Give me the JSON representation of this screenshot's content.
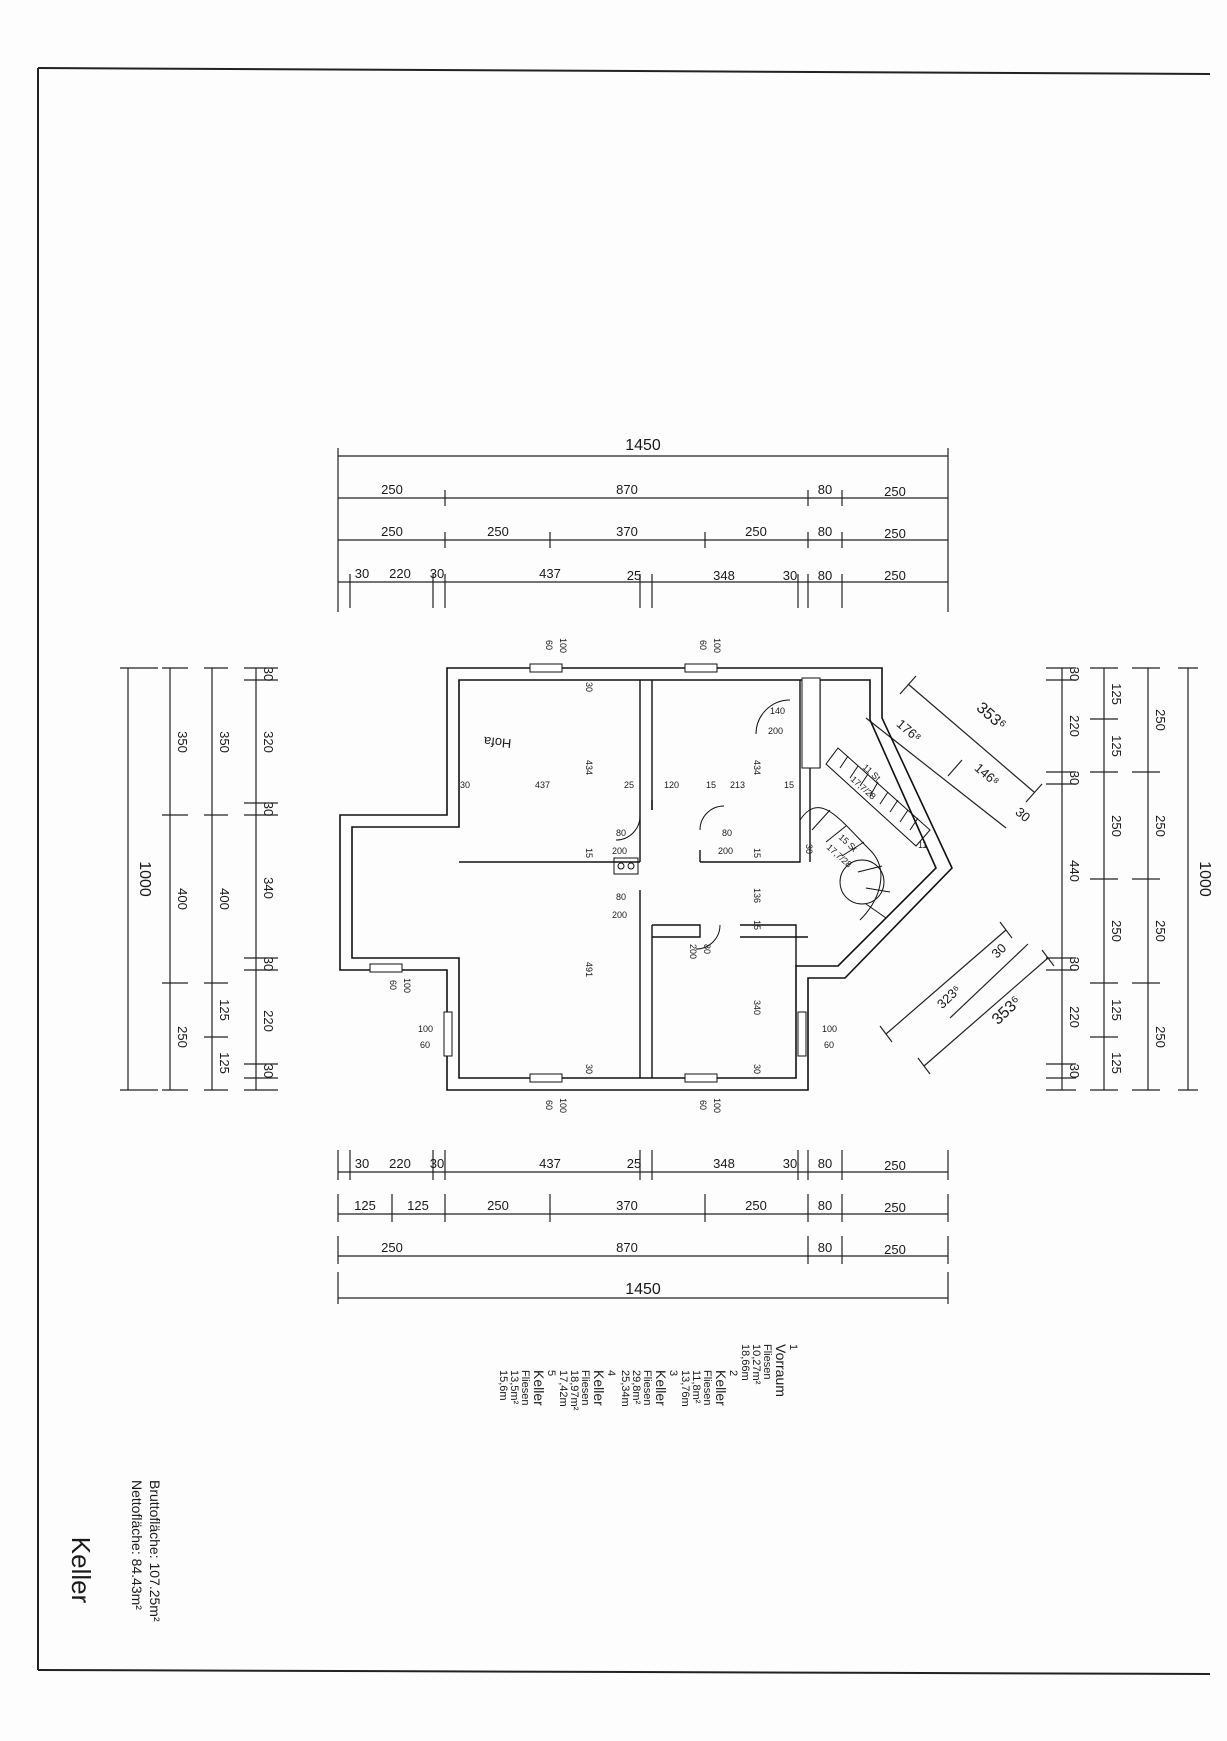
{
  "plan": {
    "title": "Keller",
    "brutto": "Bruttofläche: 107.25m²",
    "netto": "Nettofläche: 84.43m²",
    "handwritten_note": "Hofa"
  },
  "dims_top": {
    "total": "1450",
    "r1": [
      "250",
      "870",
      "80",
      "250"
    ],
    "r2": [
      "250",
      "250",
      "370",
      "250",
      "80",
      "250"
    ],
    "r3": [
      "30",
      "220",
      "30",
      "437",
      "25",
      "348",
      "30",
      "80",
      "250"
    ]
  },
  "dims_bottom": {
    "total": "1450",
    "r1": [
      "250",
      "870",
      "80",
      "250"
    ],
    "r2": [
      "125",
      "125",
      "250",
      "370",
      "250",
      "80",
      "250"
    ],
    "r3": [
      "30",
      "220",
      "30",
      "437",
      "25",
      "348",
      "30",
      "80",
      "250"
    ]
  },
  "dims_left": {
    "total": "1000",
    "c1": [
      "350",
      "400",
      "250"
    ],
    "c2": [
      "350",
      "400",
      "125",
      "125"
    ],
    "c3": [
      "30",
      "320",
      "30",
      "340",
      "30",
      "220",
      "30"
    ]
  },
  "dims_right": {
    "total": "1000",
    "c1": [
      "250",
      "250",
      "250",
      "250"
    ],
    "c2": [
      "125",
      "125",
      "250",
      "250",
      "125",
      "125"
    ],
    "c3": [
      "30",
      "220",
      "30",
      "440",
      "30",
      "220",
      "30"
    ]
  },
  "diag": {
    "top_outer": "353⁶",
    "top_mid1": "176⁸",
    "top_mid2": "146⁸",
    "top_small": "30",
    "bot_outer": "353⁶",
    "bot_mid": "323⁶",
    "bot_small": "30"
  },
  "inner": {
    "w30a": "30",
    "w437": "437",
    "w25": "25",
    "w120": "120",
    "w15a": "15",
    "w213": "213",
    "w15b": "15",
    "h30a": "30",
    "h434a": "434",
    "h434b": "434",
    "h15a": "15",
    "h15b": "15",
    "h136": "136",
    "h15c": "15",
    "h491": "491",
    "h340": "340",
    "h30b": "30",
    "h30c": "30",
    "h30d": "30"
  },
  "openings": {
    "win_top_l": [
      "100",
      "60"
    ],
    "win_top_r": [
      "100",
      "60"
    ],
    "win_bot_l": [
      "100",
      "60"
    ],
    "win_bot_r": [
      "100",
      "60"
    ],
    "win_left_a": [
      "100",
      "60"
    ],
    "win_left_b": [
      "100",
      "60"
    ],
    "win_right": [
      "100",
      "60"
    ],
    "door1": [
      "140",
      "200"
    ],
    "door2": [
      "80",
      "200"
    ],
    "door3": [
      "80",
      "200"
    ],
    "door4": [
      "80",
      "200"
    ],
    "door5": [
      "80",
      "200"
    ]
  },
  "stairs": {
    "s1": "11 St",
    "s1b": "17,7/28",
    "s2": "15 St",
    "s2b": "17,7/28",
    "sT": "11"
  },
  "rooms": [
    {
      "num": "1",
      "name": "Vorraum",
      "floor": "Fliesen",
      "area": "10,27m²",
      "perim": "18,66m"
    },
    {
      "num": "2",
      "name": "Keller",
      "floor": "Fliesen",
      "area": "11,8m²",
      "perim": "13,76m"
    },
    {
      "num": "3",
      "name": "Keller",
      "floor": "Fliesen",
      "area": "29,8m²",
      "perim": "25,34m"
    },
    {
      "num": "4",
      "name": "Keller",
      "floor": "Fliesen",
      "area": "18,97m²",
      "perim": "17,42m"
    },
    {
      "num": "5",
      "name": "Keller",
      "floor": "Fliesen",
      "area": "13,5m²",
      "perim": "15,6m"
    }
  ]
}
